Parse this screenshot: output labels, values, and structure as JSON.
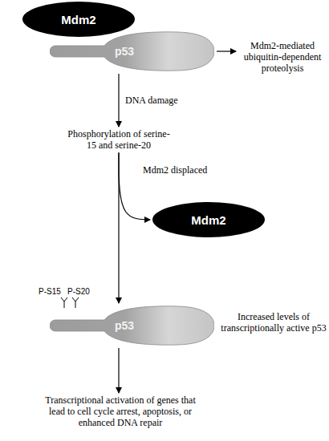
{
  "diagram": {
    "nodes": [
      {
        "text": [
          "Mdm2"
        ]
      },
      {
        "text": [
          "p53"
        ]
      },
      {
        "text": [
          "Mdm2-mediated ubiquitin-dependent proteolysis"
        ]
      },
      {
        "text": [
          "Phosphorylation of serine-15 and serine-20"
        ]
      },
      {
        "text": [
          "Mdm2"
        ]
      },
      {
        "text": [
          "p53"
        ]
      },
      {
        "text": [
          "Transcriptional activation of genes that lead to cell cycle arrest, apoptosis, or enhanced DNA repair"
        ]
      }
    ],
    "edges": [
      {
        "from": 1,
        "to": 2,
        "arrow": "to"
      },
      {
        "from": 1,
        "to": 3,
        "label": "DNA damage",
        "arrow": "to"
      },
      {
        "from": 3,
        "to": 5,
        "arrow": "to"
      },
      {
        "from": 3,
        "to": 4,
        "label": "Mdm2 displaced",
        "arrow": "to"
      },
      {
        "from": 5,
        "to": 6,
        "arrow": "to"
      }
    ],
    "labels": [
      "P-S15",
      "P-S20",
      "Increased levels of transcriptionally active p53"
    ]
  }
}
